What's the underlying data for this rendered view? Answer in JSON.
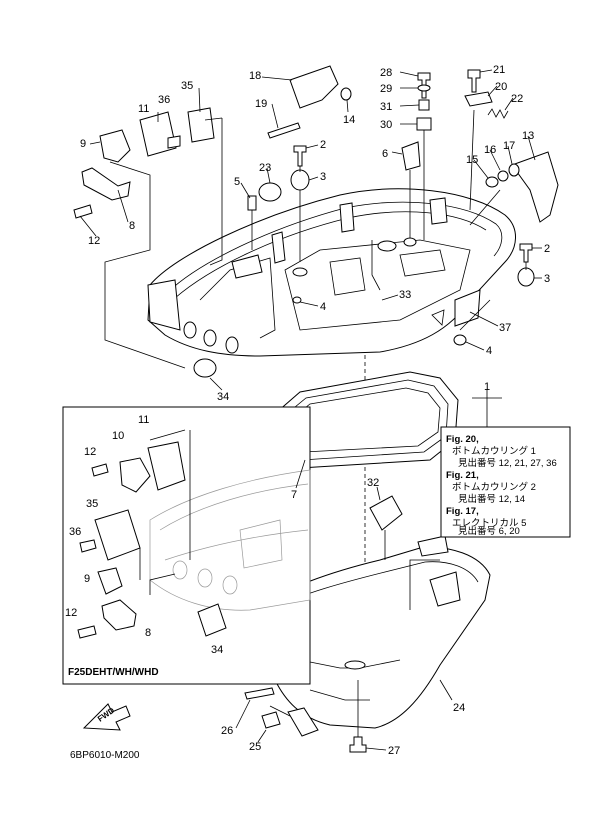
{
  "callouts": [
    {
      "id": "c18",
      "text": "18"
    },
    {
      "id": "c35",
      "text": "35"
    },
    {
      "id": "c11",
      "text": "11"
    },
    {
      "id": "c36",
      "text": "36"
    },
    {
      "id": "c19",
      "text": "19"
    },
    {
      "id": "c14",
      "text": "14"
    },
    {
      "id": "c28",
      "text": "28"
    },
    {
      "id": "c29",
      "text": "29"
    },
    {
      "id": "c31",
      "text": "31"
    },
    {
      "id": "c30",
      "text": "30"
    },
    {
      "id": "c21",
      "text": "21"
    },
    {
      "id": "c20",
      "text": "20"
    },
    {
      "id": "c22",
      "text": "22"
    },
    {
      "id": "c9",
      "text": "9"
    },
    {
      "id": "c8",
      "text": "8"
    },
    {
      "id": "c12",
      "text": "12"
    },
    {
      "id": "c2a",
      "text": "2"
    },
    {
      "id": "c23",
      "text": "23"
    },
    {
      "id": "c3a",
      "text": "3"
    },
    {
      "id": "c5",
      "text": "5"
    },
    {
      "id": "c6",
      "text": "6"
    },
    {
      "id": "c13",
      "text": "13"
    },
    {
      "id": "c17",
      "text": "17"
    },
    {
      "id": "c16",
      "text": "16"
    },
    {
      "id": "c15",
      "text": "15"
    },
    {
      "id": "c2b",
      "text": "2"
    },
    {
      "id": "c3b",
      "text": "3"
    },
    {
      "id": "c4a",
      "text": "4"
    },
    {
      "id": "c33",
      "text": "33"
    },
    {
      "id": "c37",
      "text": "37"
    },
    {
      "id": "c4b",
      "text": "4"
    },
    {
      "id": "c34a",
      "text": "34"
    },
    {
      "id": "c1",
      "text": "1"
    },
    {
      "id": "c11b",
      "text": "11"
    },
    {
      "id": "c10",
      "text": "10"
    },
    {
      "id": "c12b",
      "text": "12"
    },
    {
      "id": "c35b",
      "text": "35"
    },
    {
      "id": "c36b",
      "text": "36"
    },
    {
      "id": "c9b",
      "text": "9"
    },
    {
      "id": "c12c",
      "text": "12"
    },
    {
      "id": "c8b",
      "text": "8"
    },
    {
      "id": "c34b",
      "text": "34"
    },
    {
      "id": "c7",
      "text": "7"
    },
    {
      "id": "c32",
      "text": "32"
    },
    {
      "id": "c24",
      "text": "24"
    },
    {
      "id": "c26",
      "text": "26"
    },
    {
      "id": "c25",
      "text": "25"
    },
    {
      "id": "c27",
      "text": "27"
    }
  ],
  "notes": {
    "l1": "Fig. 20,",
    "l2": "ボトムカウリング 1",
    "l3": "見出番号 12, 21, 27, 36",
    "l4": "Fig. 21,",
    "l5": "ボトムカウリング 2",
    "l6": "見出番号 12, 14",
    "l7": "Fig. 17,",
    "l8": "エレクトリカル 5",
    "l9": "見出番号 6, 20"
  },
  "inset_label": "F25DEHT/WH/WHD",
  "fwd_label": "FWD",
  "drawing_code": "6BP6010-M200"
}
